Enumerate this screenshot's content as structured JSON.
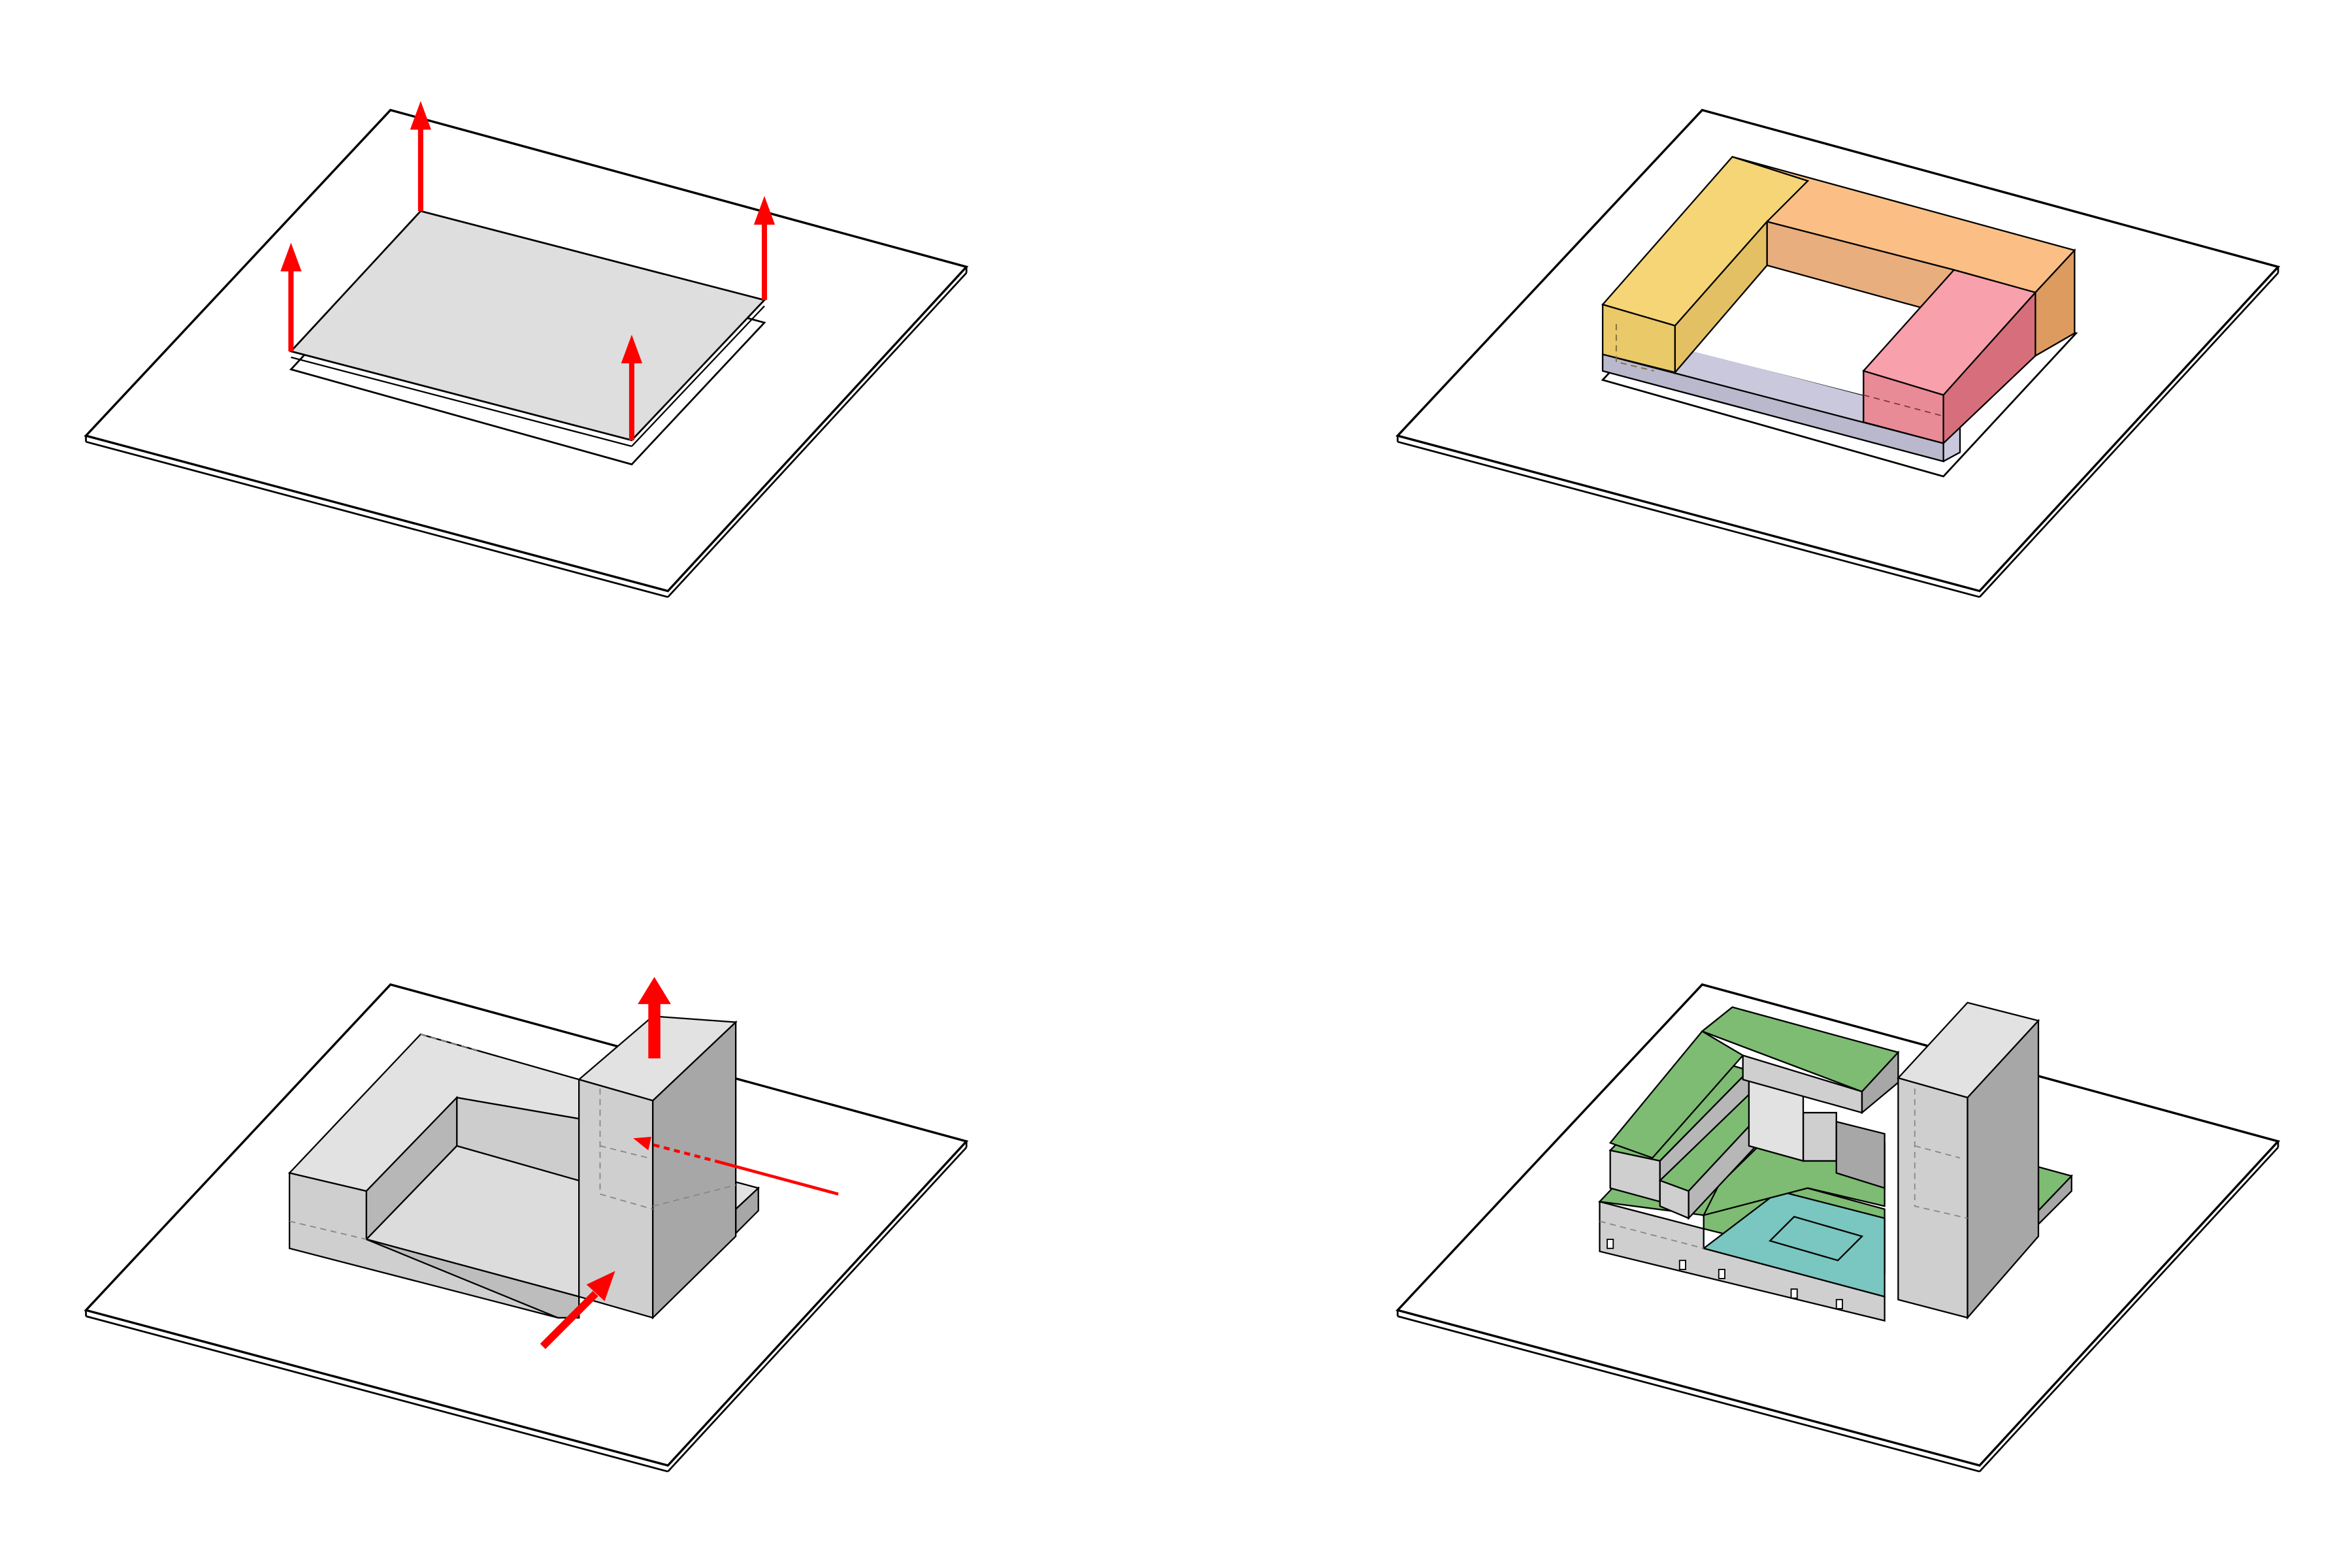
{
  "panels": [
    {
      "id": "panel-1",
      "description_shown": ""
    },
    {
      "id": "panel-2",
      "description_shown": ""
    },
    {
      "id": "panel-3",
      "description_shown": ""
    },
    {
      "id": "panel-4",
      "description_shown": ""
    }
  ],
  "colors": {
    "line": "#000000",
    "arrow": "#ff0000",
    "slab": "#dedede",
    "mass_top": "#e2e2e2",
    "mass_side_light": "#cfcfcf",
    "mass_side_dark": "#a7a7a7",
    "yellow_top": "#f5d575",
    "yellow_side": "#e9c968",
    "orange_top": "#fbbf85",
    "orange_side": "#dd9b60",
    "orange_inner": "#e9ae7e",
    "pink_top": "#f8a0ab",
    "pink_side": "#d66f7b",
    "podium": "#c9c8dc",
    "green": "#7dbc72",
    "water": "#7ac6c0"
  }
}
